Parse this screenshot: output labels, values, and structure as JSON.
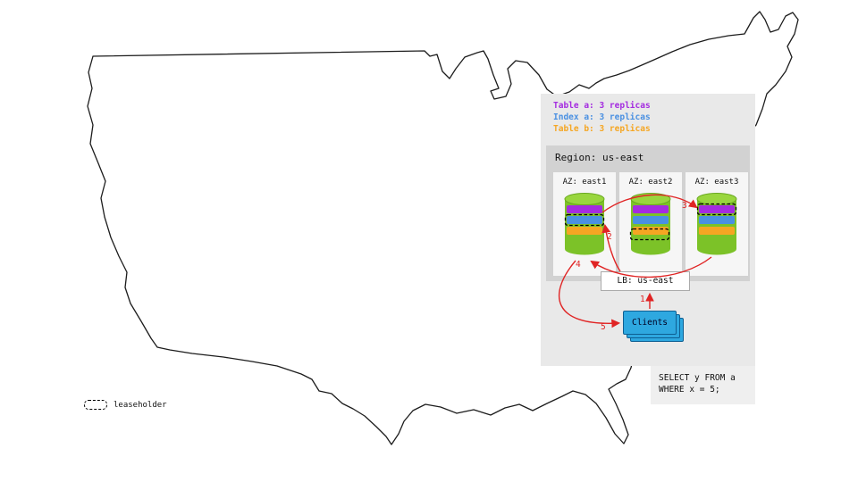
{
  "legend": {
    "items": [
      {
        "label": "Table a: 3 replicas",
        "color": "#a42be0"
      },
      {
        "label": "Index a: 3 replicas",
        "color": "#4a90e2"
      },
      {
        "label": "Table b: 3 replicas",
        "color": "#f5a623"
      }
    ]
  },
  "region": {
    "title": "Region: us-east",
    "azs": [
      {
        "label": "AZ: east1"
      },
      {
        "label": "AZ: east2"
      },
      {
        "label": "AZ: east3"
      }
    ]
  },
  "lb": {
    "label": "LB: us-east"
  },
  "clients": {
    "label": "Clients"
  },
  "arrows": [
    {
      "label": "1"
    },
    {
      "label": "2"
    },
    {
      "label": "3"
    },
    {
      "label": "4"
    },
    {
      "label": "5"
    }
  ],
  "sql": {
    "line1": "SELECT y FROM a",
    "line2": "WHERE x = 5;"
  },
  "map_legend": {
    "leaseholder": "leaseholder"
  },
  "colors": {
    "table_a": "#a42be0",
    "index_a": "#4a90e2",
    "table_b": "#f5a623",
    "arrow": "#e02424",
    "cylinder_body": "#7cc228",
    "cylinder_top": "#99d63e",
    "clients_box": "#2ea8e0"
  }
}
